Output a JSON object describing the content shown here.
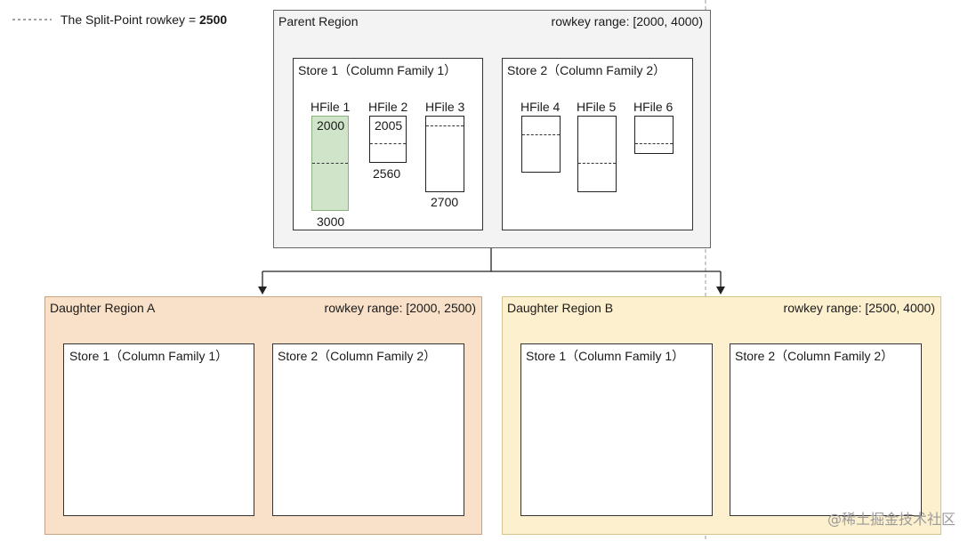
{
  "legend": {
    "prefix": "The Split-Point rowkey = ",
    "value": "2500"
  },
  "parent": {
    "title": "Parent Region",
    "range": "rowkey range: [2000, 4000)",
    "store1": {
      "title": "Store 1（Column Family 1）",
      "hfiles": [
        {
          "name": "HFile 1",
          "top": "2000",
          "bottom": "3000"
        },
        {
          "name": "HFile 2",
          "top": "2005",
          "bottom": "2560"
        },
        {
          "name": "HFile 3",
          "bottom": "2700"
        }
      ]
    },
    "store2": {
      "title": "Store 2（Column Family 2）",
      "hfiles": [
        {
          "name": "HFile 4"
        },
        {
          "name": "HFile 5"
        },
        {
          "name": "HFile 6"
        }
      ]
    }
  },
  "daughterA": {
    "title": "Daughter Region A",
    "range": "rowkey range: [2000, 2500)",
    "store1": "Store 1（Column Family 1）",
    "store2": "Store 2（Column Family 2）"
  },
  "daughterB": {
    "title": "Daughter Region B",
    "range": "rowkey range: [2500, 4000)",
    "store1": "Store 1（Column Family 1）",
    "store2": "Store 2（Column Family 2）"
  },
  "watermark": "@稀土掘金技术社区",
  "colors": {
    "parent_bg": "#f3f3f3",
    "daughterA_bg": "#f8e0c9",
    "daughterB_bg": "#fdf0cf",
    "hfile_highlight": "#cfe4c8"
  }
}
